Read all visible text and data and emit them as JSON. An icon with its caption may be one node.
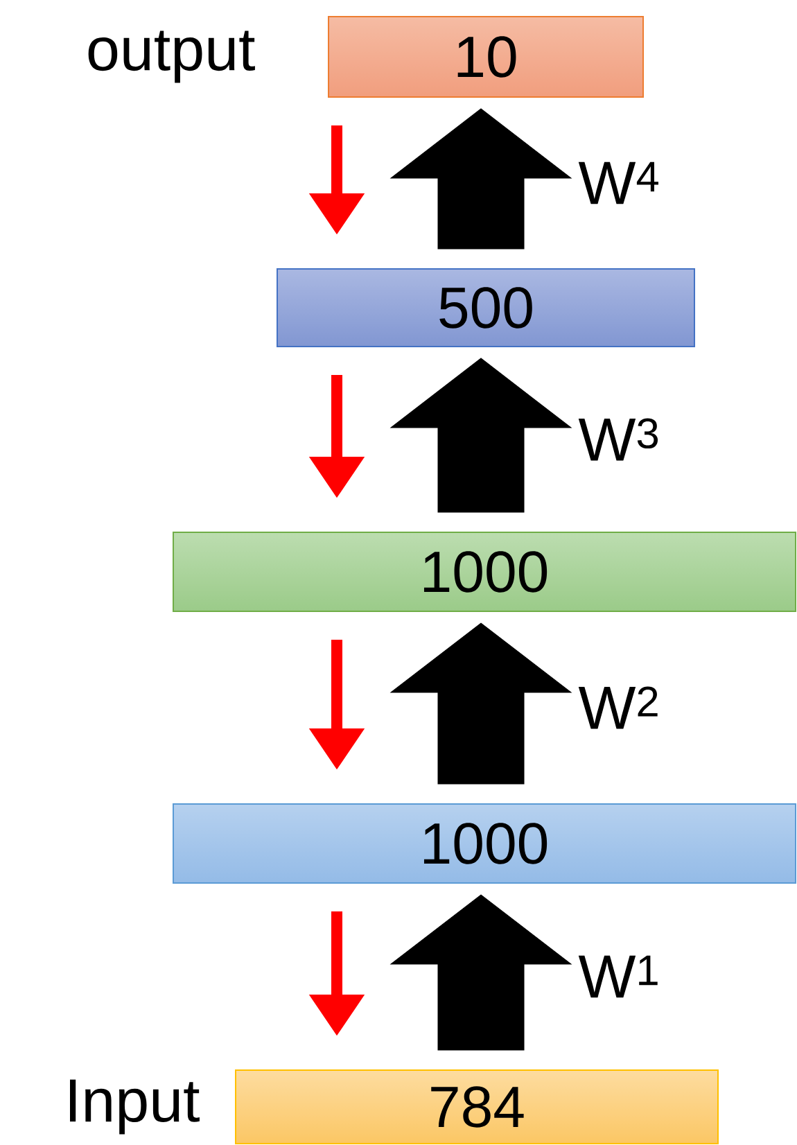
{
  "diagram": {
    "nodes": [
      {
        "text": [
          "10"
        ],
        "beside": [
          "output"
        ]
      },
      {
        "text": [
          "500"
        ]
      },
      {
        "text": [
          "1000"
        ]
      },
      {
        "text": [
          "1000"
        ]
      },
      {
        "text": [
          "784"
        ],
        "beside": [
          "Input"
        ]
      }
    ],
    "edges": [
      {
        "from": 0,
        "to": 1,
        "arrow": "to",
        "color": "#ff0000"
      },
      {
        "from": 1,
        "to": 0,
        "arrow": "to",
        "label": "W$^{4}$",
        "style": "thick",
        "color": "#000000"
      },
      {
        "from": 1,
        "to": 2,
        "arrow": "to",
        "color": "#ff0000"
      },
      {
        "from": 2,
        "to": 1,
        "arrow": "to",
        "label": "W$^{3}$",
        "style": "thick",
        "color": "#000000"
      },
      {
        "from": 2,
        "to": 3,
        "arrow": "to",
        "color": "#ff0000"
      },
      {
        "from": 3,
        "to": 2,
        "arrow": "to",
        "label": "W$^{2}$",
        "style": "thick",
        "color": "#000000"
      },
      {
        "from": 3,
        "to": 4,
        "arrow": "to",
        "color": "#ff0000"
      },
      {
        "from": 4,
        "to": 3,
        "arrow": "to",
        "label": "W$^{1}$",
        "style": "thick",
        "color": "#000000"
      }
    ]
  }
}
